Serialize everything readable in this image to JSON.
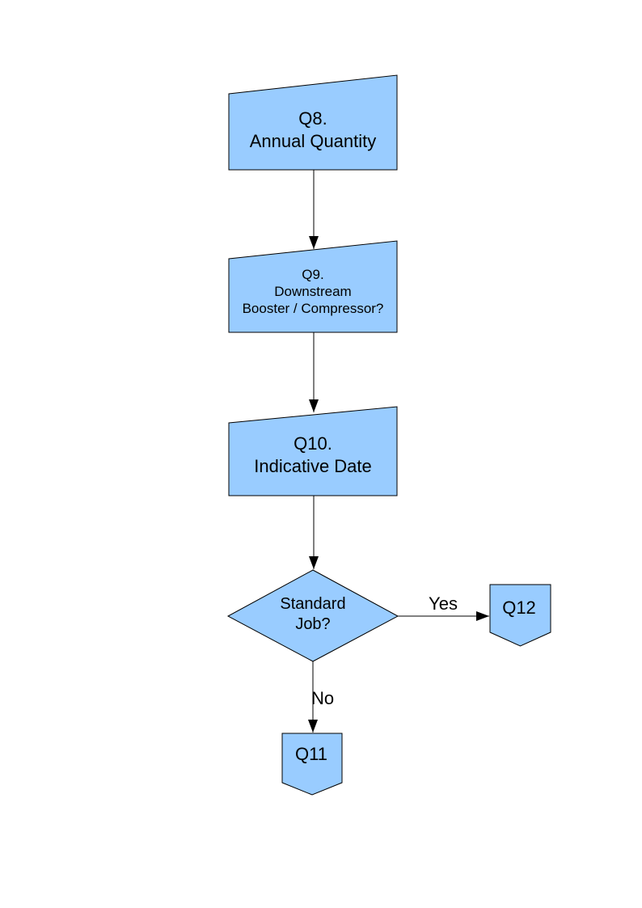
{
  "colors": {
    "node_fill": "#99CCFF",
    "node_border": "#000000",
    "connector": "#000000",
    "text": "#000000",
    "background": "#FFFFFF"
  },
  "nodes": {
    "q8": {
      "type": "manual-input",
      "lines": [
        "Q8.",
        "Annual Quantity"
      ]
    },
    "q9": {
      "type": "manual-input",
      "lines": [
        "Q9.",
        "Downstream",
        "Booster / Compressor?"
      ]
    },
    "q10": {
      "type": "manual-input",
      "lines": [
        "Q10.",
        "Indicative Date"
      ]
    },
    "standard_job": {
      "type": "decision",
      "lines": [
        "Standard",
        "Job?"
      ]
    },
    "q12": {
      "type": "off-page-connector",
      "label": "Q12"
    },
    "q11": {
      "type": "off-page-connector",
      "label": "Q11"
    }
  },
  "edges": {
    "yes": {
      "label": "Yes"
    },
    "no": {
      "label": "No"
    }
  }
}
